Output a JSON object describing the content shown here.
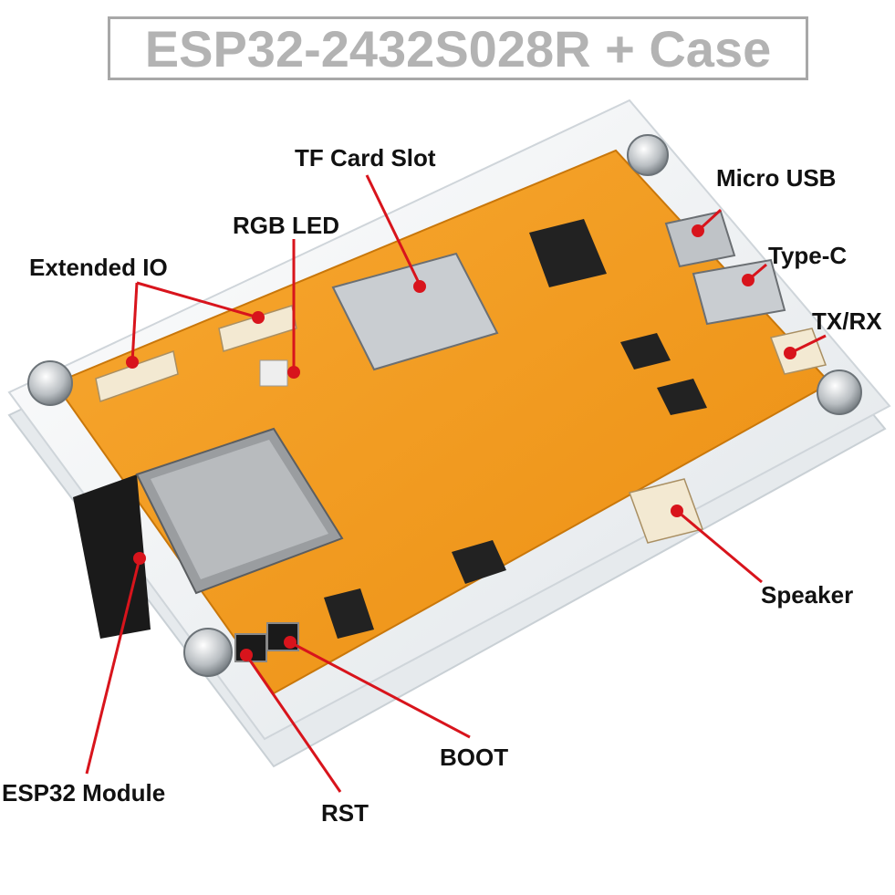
{
  "title": "ESP32-2432S028R + Case",
  "labels": {
    "tf_card_slot": "TF Card Slot",
    "micro_usb": "Micro USB",
    "rgb_led": "RGB LED",
    "type_c": "Type-C",
    "extended_io": "Extended IO",
    "tx_rx": "TX/RX",
    "speaker": "Speaker",
    "boot": "BOOT",
    "esp32_module": "ESP32 Module",
    "rst": "RST"
  },
  "colors": {
    "pcb": "#f29a1c",
    "pcb_dark": "#d9820c",
    "callout": "#d8141c",
    "title_text": "#b3b3b3",
    "acrylic": "#eef1f3"
  }
}
